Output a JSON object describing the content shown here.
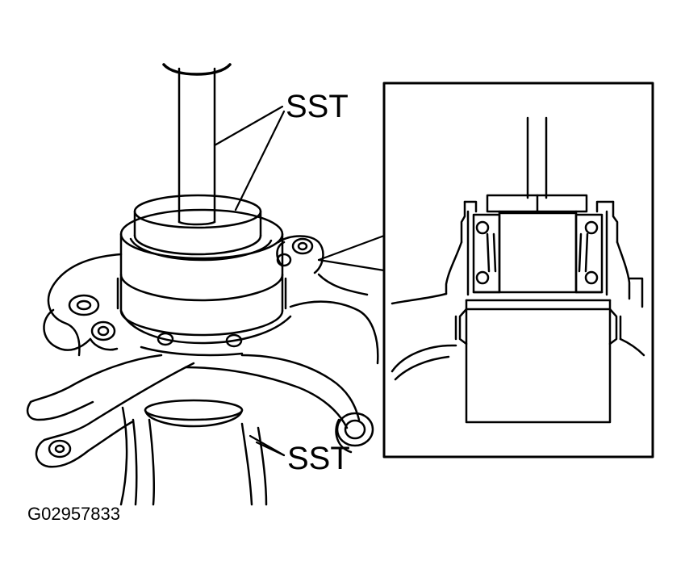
{
  "labels": {
    "sst_top": "SST",
    "sst_bottom": "SST",
    "figure_code": "G02957833"
  },
  "colors": {
    "ink": "#000000",
    "paper": "#ffffff"
  }
}
